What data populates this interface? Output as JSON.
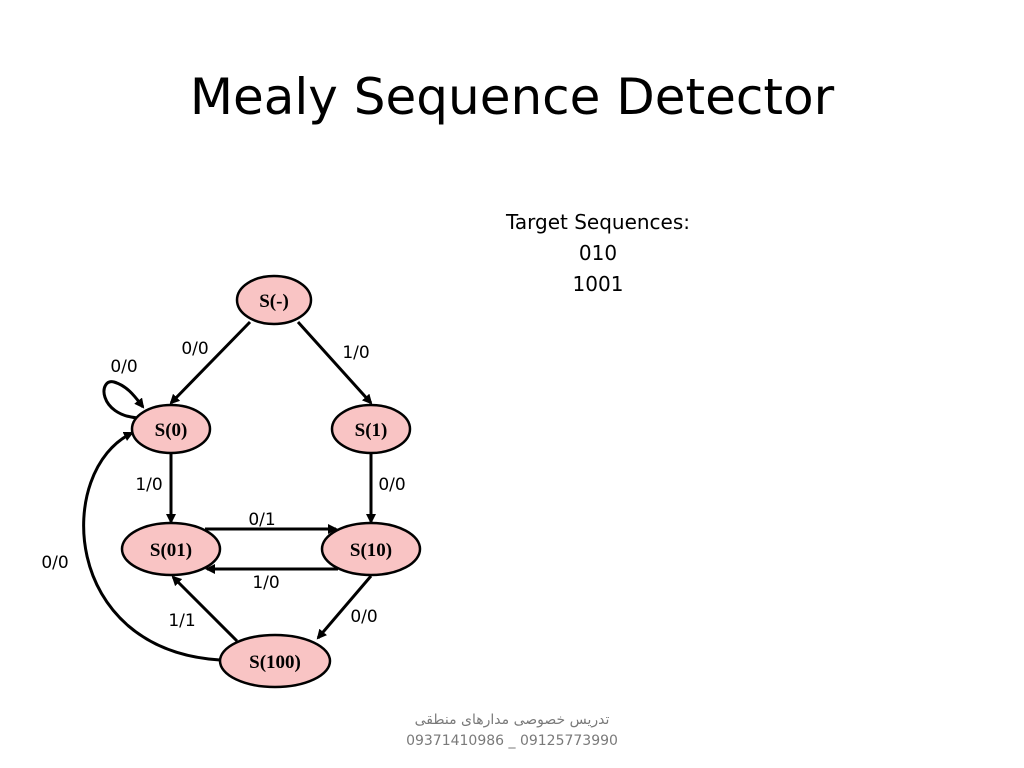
{
  "slide": {
    "title": "Mealy Sequence Detector",
    "targets": {
      "heading": "Target Sequences:",
      "sequences": [
        "010",
        "1001"
      ]
    },
    "footer": {
      "line1": "تدريس  خصوصی مدارهای منطقی",
      "line2": "09371410986 _ 09125773990"
    }
  },
  "diagram": {
    "states": [
      "S(-)",
      "S(0)",
      "S(1)",
      "S(01)",
      "S(10)",
      "S(100)"
    ],
    "transitions": [
      {
        "from": "S(-)",
        "to": "S(0)",
        "label": "0/0"
      },
      {
        "from": "S(-)",
        "to": "S(1)",
        "label": "1/0"
      },
      {
        "from": "S(0)",
        "to": "S(0)",
        "label": "0/0"
      },
      {
        "from": "S(0)",
        "to": "S(01)",
        "label": "1/0"
      },
      {
        "from": "S(1)",
        "to": "S(10)",
        "label": "0/0"
      },
      {
        "from": "S(01)",
        "to": "S(10)",
        "label": "0/1"
      },
      {
        "from": "S(10)",
        "to": "S(01)",
        "label": "1/0"
      },
      {
        "from": "S(10)",
        "to": "S(100)",
        "label": "0/0"
      },
      {
        "from": "S(100)",
        "to": "S(01)",
        "label": "1/1"
      },
      {
        "from": "S(100)",
        "to": "S(0)",
        "label": "0/0"
      }
    ],
    "colors": {
      "state_fill": "#f9c4c4",
      "stroke": "#000000"
    }
  }
}
